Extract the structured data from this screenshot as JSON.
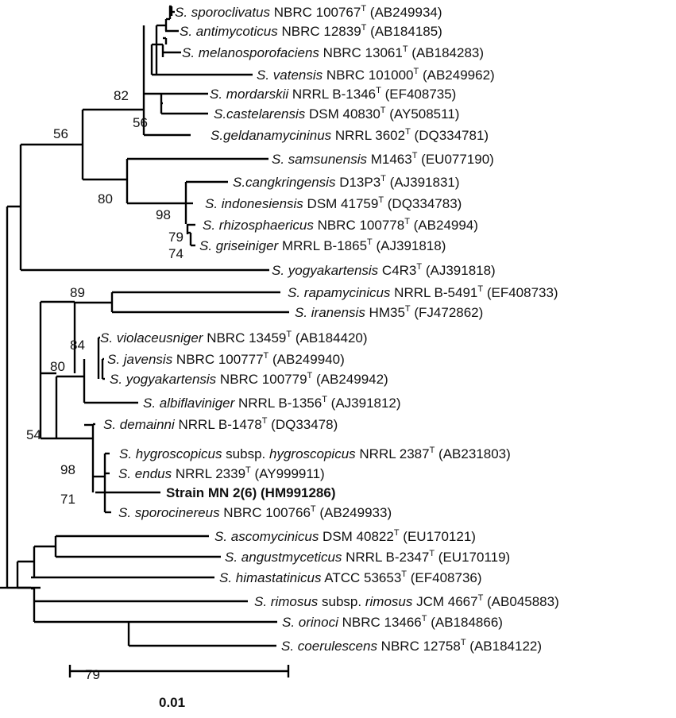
{
  "tree": {
    "taxa": [
      {
        "species": "S. sporoclivatus",
        "rest": " NBRC 100767",
        "access": " (AB249934)"
      },
      {
        "species": "S. antimycoticus",
        "rest": " NBRC 12839",
        "access": " (AB184185)"
      },
      {
        "species": "S. melanosporofaciens",
        "rest": " NBRC 13061",
        "access": " (AB184283)"
      },
      {
        "species": "S. vatensis",
        "rest": " NBRC 101000",
        "access": " (AB249962)"
      },
      {
        "species": "S. mordarskii",
        "rest": " NRRL B-1346",
        "access": " (EF408735)"
      },
      {
        "species": "S.castelarensis",
        "rest": " DSM 40830",
        "access": " (AY508511)"
      },
      {
        "species": "S.geldanamycininus",
        "rest": " NRRL 3602",
        "access": " (DQ334781)"
      },
      {
        "species": "S. samsunensis",
        "rest": " M1463",
        "access": " (EU077190)"
      },
      {
        "species": "S.cangkringensis",
        "rest": " D13P3",
        "access": " (AJ391831)"
      },
      {
        "species": "S. indonesiensis",
        "rest": " DSM 41759",
        "access": " (DQ334783)"
      },
      {
        "species": "S. rhizosphaericus",
        "rest": " NBRC 100778",
        "access": " (AB24994)"
      },
      {
        "species": "S. griseiniger",
        "rest": " MRRL B-1865",
        "access": " (AJ391818)"
      },
      {
        "species": "S. yogyakartensis",
        "rest": " C4R3",
        "access": " (AJ391818)"
      },
      {
        "species": "S. rapamycinicus",
        "rest": " NRRL B-5491",
        "access": " (EF408733)"
      },
      {
        "species": "S. iranensis",
        "rest": " HM35",
        "access": " (FJ472862)"
      },
      {
        "species": "S. violaceusniger",
        "rest": " NBRC 13459",
        "access": " (AB184420)"
      },
      {
        "species": "S. javensis",
        "rest": " NBRC 100777",
        "access": " (AB249940)"
      },
      {
        "species": "S. yogyakartensis",
        "rest": " NBRC 100779",
        "access": " (AB249942)"
      },
      {
        "species": "S. albiflaviniger",
        "rest": " NRRL B-1356",
        "access": " (AJ391812)"
      },
      {
        "species": "S. demainni",
        "rest": " NRRL B-1478",
        "access": " (DQ33478)"
      },
      {
        "species": "S. hygroscopicus",
        "mid": " subsp. ",
        "sub": "hygroscopicus",
        "rest": " NRRL 2387",
        "access": " (AB231803)"
      },
      {
        "species": "S. endus",
        "rest": " NRRL 2339",
        "access": " (AY999911)"
      },
      {
        "strain": "Strain MN 2(6) (HM991286)"
      },
      {
        "species": "S. sporocinereus",
        "rest": " NBRC 100766",
        "access": " (AB249933)"
      },
      {
        "species": "S. ascomycinicus",
        "rest": " DSM 40822",
        "access": " (EU170121)"
      },
      {
        "species": "S. angustmyceticus",
        "rest": " NRRL B-2347",
        "access": " (EU170119)"
      },
      {
        "species": "S. himastatinicus",
        "rest": " ATCC 53653",
        "access": " (EF408736)"
      },
      {
        "species": "S. rimosus",
        "mid": " subsp. ",
        "sub": "rimosus",
        "rest": " JCM 4667",
        "access": " (AB045883)"
      },
      {
        "species": "S. orinoci",
        "rest": " NBRC 13466",
        "access": " (AB184866)"
      },
      {
        "species": "S. coerulescens",
        "rest": "  NBRC 12758",
        "access": " (AB184122)"
      }
    ],
    "type_strain_mark": "T",
    "bootstrap": [
      "82",
      "56",
      "56",
      "80",
      "98",
      "79",
      "74",
      "89",
      "84",
      "80",
      "54",
      "98",
      "71",
      "79"
    ],
    "scale_bar": {
      "label": "0.01"
    }
  }
}
